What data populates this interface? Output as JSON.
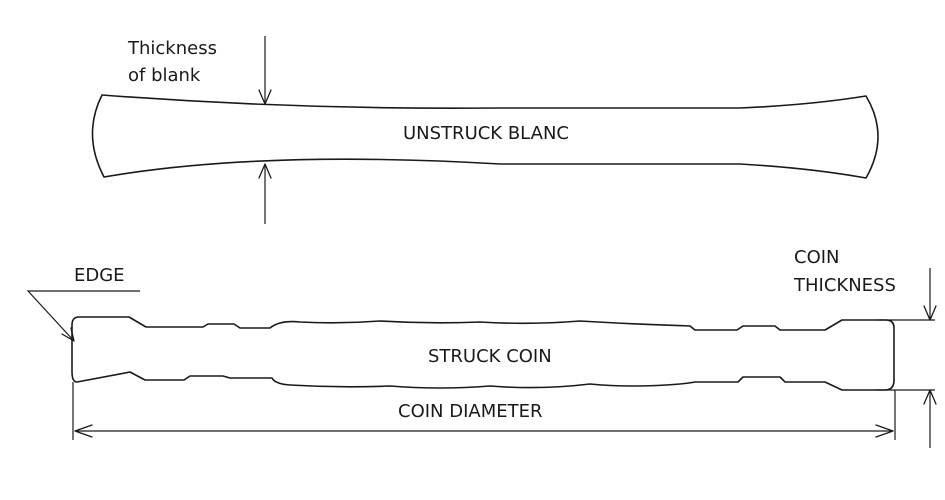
{
  "labels": {
    "thickness_of_blank_line1": "Thickness",
    "thickness_of_blank_line2": "of blank",
    "unstruck_blank": "UNSTRUCK BLANC",
    "edge": "EDGE",
    "coin_thickness_line1": "COIN",
    "coin_thickness_line2": "THICKNESS",
    "struck_coin": "STRUCK COIN",
    "coin_diameter": "COIN DIAMETER"
  }
}
